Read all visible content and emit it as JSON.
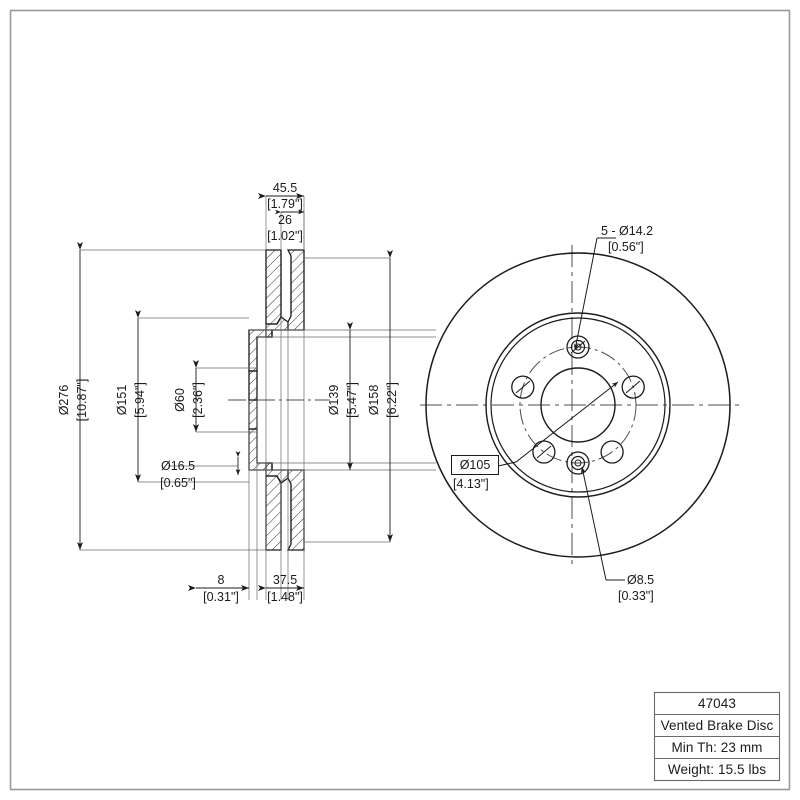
{
  "sheet": {
    "border_color": "#9a9a9a",
    "line_color": "#1b1b1b",
    "centerline_color": "#4d4d4d",
    "background": "#ffffff"
  },
  "title_block": {
    "part_number": "47043",
    "description": "Vented Brake Disc",
    "min_thickness": "Min Th: 23 mm",
    "weight": "Weight: 15.5 lbs"
  },
  "section_view": {
    "name": "cross-section-view",
    "dimensions": {
      "overall_width": {
        "mm": "45.5",
        "inch": "[1.79\"]"
      },
      "rotor_width": {
        "mm": "26",
        "inch": "[1.02\"]"
      },
      "outer_diameter": {
        "mm": "Ø276",
        "inch": "[10.87\"]"
      },
      "hat_diameter": {
        "mm": "Ø151",
        "inch": "[5.94\"]"
      },
      "center_bore": {
        "mm": "Ø60",
        "inch": "[2.36\"]"
      },
      "inner_disc_diameter": {
        "mm": "Ø139",
        "inch": "[5.47\"]"
      },
      "vent_band_diameter": {
        "mm": "Ø158",
        "inch": "[6.22\"]"
      },
      "hat_step": {
        "mm": "Ø16.5",
        "inch": "[0.65\"]"
      },
      "flange_thickness": {
        "mm": "8",
        "inch": "[0.31\"]"
      },
      "hat_offset": {
        "mm": "37.5",
        "inch": "[1.48\"]"
      }
    }
  },
  "face_view": {
    "name": "face-view",
    "callouts": {
      "lug_holes": {
        "line1": "5 - Ø14.2",
        "line2": "[0.56\"]"
      },
      "bolt_circle": {
        "line1": "Ø105",
        "line2": "[4.13\"]"
      },
      "pilot_holes": {
        "line1": "Ø8.5",
        "line2": "[0.33\"]"
      }
    }
  }
}
